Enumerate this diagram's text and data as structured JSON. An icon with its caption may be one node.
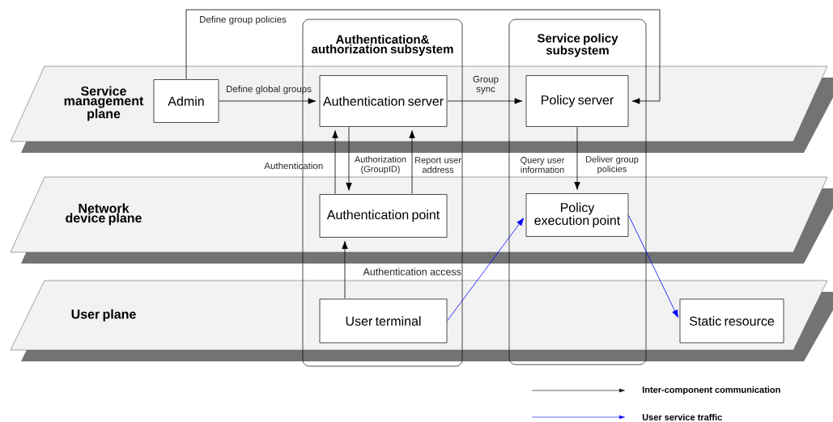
{
  "diagram": {
    "nodes": [
      {
        "text": [
          "Authentication&authorization subsystem"
        ]
      },
      {
        "text": [
          "Service policy subsystem"
        ]
      },
      {
        "text": [
          "Admin"
        ]
      },
      {
        "text": [
          "Authentication server"
        ],
        "in": 0
      },
      {
        "text": [
          "Policy server"
        ],
        "in": 1
      },
      {
        "text": [
          "Authentication point"
        ],
        "in": 0
      },
      {
        "text": [
          "Policy execution point"
        ],
        "in": 1
      },
      {
        "text": [
          "User terminal"
        ],
        "in": 0
      },
      {
        "text": [
          "Static resource"
        ]
      }
    ],
    "edges": [
      {
        "from": 2,
        "to": 3,
        "arrow": "to",
        "label": "Define global groups"
      },
      {
        "from": 2,
        "to": 4,
        "arrow": "to",
        "label": "Define group policies"
      },
      {
        "from": 3,
        "to": 4,
        "arrow": "to",
        "label": "Group sync"
      },
      {
        "from": 5,
        "to": 3,
        "arrow": "to",
        "label": "Authentication"
      },
      {
        "from": 3,
        "to": 5,
        "arrow": "to",
        "label": "Authorization (GroupID)"
      },
      {
        "from": 5,
        "to": 3,
        "arrow": "to",
        "label": "Report user address"
      },
      {
        "from": 4,
        "to": 6,
        "arrow": "to",
        "label": "Deliver group policies"
      },
      {
        "from": 7,
        "to": 5,
        "arrow": "to",
        "label": "Authentication access"
      },
      {
        "from": 7,
        "to": 6,
        "arrow": "to",
        "color": "#0000ff"
      },
      {
        "from": 6,
        "to": 8,
        "arrow": "to",
        "color": "#0000ff"
      }
    ],
    "labels": [
      "Service management plane",
      "Network device plane",
      "User plane",
      "Query user information"
    ],
    "legend": [
      {
        "text": "Inter-component communication"
      },
      {
        "text": "User service traffic"
      }
    ]
  }
}
